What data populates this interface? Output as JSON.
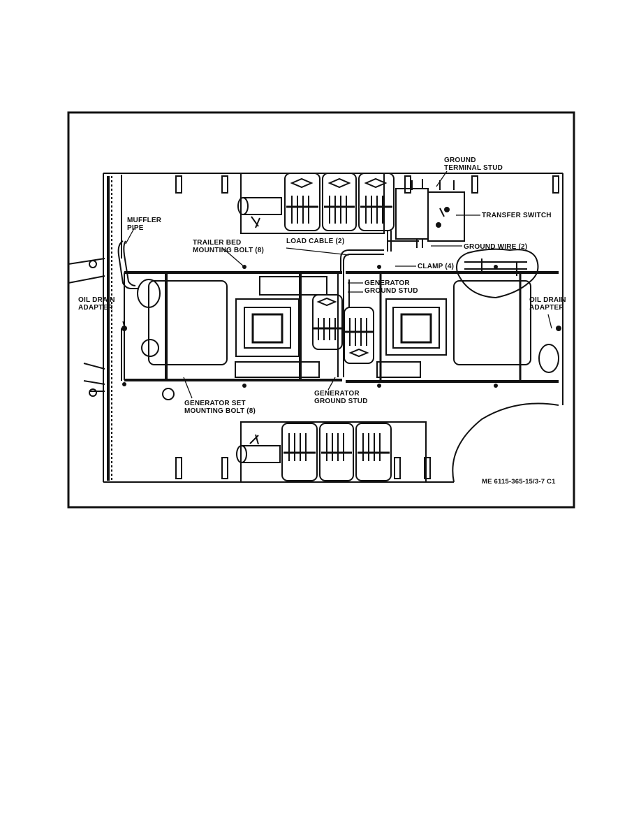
{
  "figure": {
    "id_text": "ME 6115-365-15/3-7 C1",
    "labels": {
      "ground_terminal_stud": [
        "GROUND",
        "TERMINAL STUD"
      ],
      "transfer_switch": "TRANSFER SWITCH",
      "muffler_pipe": [
        "MUFFLER",
        "PIPE"
      ],
      "trailer_bed_mounting_bolt": [
        "TRAILER BED",
        "MOUNTING BOLT (8)"
      ],
      "load_cable": "LOAD CABLE (2)",
      "ground_wire": "GROUND WIRE (2)",
      "clamp": "CLAMP (4)",
      "generator_ground_stud_upper": [
        "GENERATOR",
        "GROUND STUD"
      ],
      "oil_drain_adapter_left": [
        "OIL DRAIN",
        "ADAPTER"
      ],
      "oil_drain_adapter_right": [
        "OIL DRAIN",
        "ADAPTER"
      ],
      "generator_set_mounting_bolt": [
        "GENERATOR SET",
        "MOUNTING BOLT (8)"
      ],
      "generator_ground_stud_lower": [
        "GENERATOR",
        "GROUND STUD"
      ]
    }
  }
}
